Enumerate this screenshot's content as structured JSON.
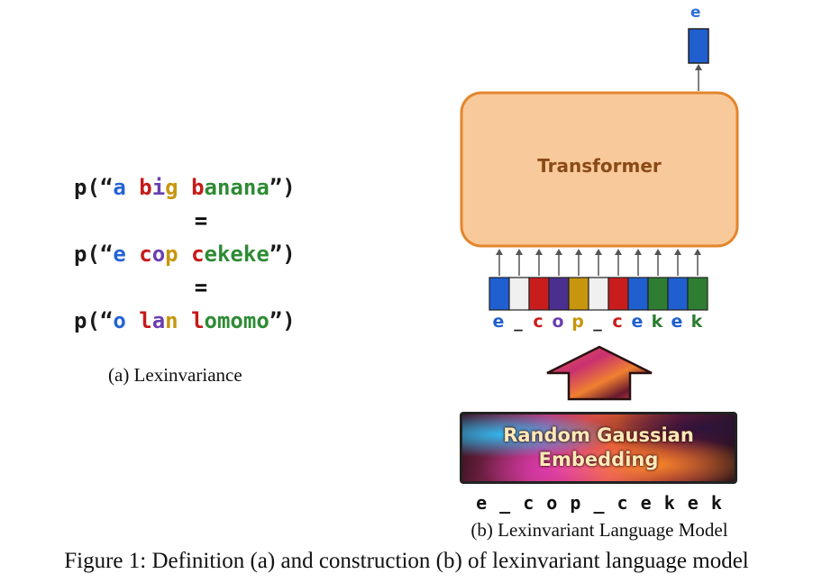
{
  "panel_a": {
    "lines": [
      {
        "prefix": "p(“",
        "suffix": "”)",
        "words": [
          {
            "segments": [
              {
                "text": "a",
                "color": "#2563d6"
              }
            ]
          },
          {
            "segments": [
              {
                "text": "b",
                "color": "#c61a1a"
              },
              {
                "text": "i",
                "color": "#6a3fb0"
              },
              {
                "text": "g",
                "color": "#c8960e"
              }
            ]
          },
          {
            "segments": [
              {
                "text": "b",
                "color": "#c61a1a"
              },
              {
                "text": "anana",
                "color": "#2e8b34"
              }
            ]
          }
        ]
      },
      {
        "prefix": "p(“",
        "suffix": "”)",
        "words": [
          {
            "segments": [
              {
                "text": "e",
                "color": "#2563d6"
              }
            ]
          },
          {
            "segments": [
              {
                "text": "c",
                "color": "#c61a1a"
              },
              {
                "text": "o",
                "color": "#6a3fb0"
              },
              {
                "text": "p",
                "color": "#c8960e"
              }
            ]
          },
          {
            "segments": [
              {
                "text": "c",
                "color": "#c61a1a"
              },
              {
                "text": "ekeke",
                "color": "#2e8b34"
              }
            ]
          }
        ]
      },
      {
        "prefix": "p(“",
        "suffix": "”)",
        "words": [
          {
            "segments": [
              {
                "text": "o",
                "color": "#2563d6"
              }
            ]
          },
          {
            "segments": [
              {
                "text": "l",
                "color": "#c61a1a"
              },
              {
                "text": "a",
                "color": "#6a3fb0"
              },
              {
                "text": "n",
                "color": "#c8960e"
              }
            ]
          },
          {
            "segments": [
              {
                "text": "l",
                "color": "#c61a1a"
              },
              {
                "text": "omomo",
                "color": "#2e8b34"
              }
            ]
          }
        ]
      }
    ],
    "equals": "=",
    "caption": "(a) Lexinvariance"
  },
  "panel_b": {
    "output_label": "e",
    "output_color": "#1f5fd0",
    "transformer_label": "Transformer",
    "tokens": [
      {
        "label": "e",
        "color": "#1f5fd0",
        "label_color": "#1f5fd0"
      },
      {
        "label": "_",
        "color": "#f0f0f0",
        "label_color": "#222222"
      },
      {
        "label": "c",
        "color": "#c91d1d",
        "label_color": "#c91d1d"
      },
      {
        "label": "o",
        "color": "#4b2f8f",
        "label_color": "#6a3fb0"
      },
      {
        "label": "p",
        "color": "#c8960e",
        "label_color": "#c8960e"
      },
      {
        "label": "_",
        "color": "#f0f0f0",
        "label_color": "#222222"
      },
      {
        "label": "c",
        "color": "#c91d1d",
        "label_color": "#c91d1d"
      },
      {
        "label": "e",
        "color": "#1f5fd0",
        "label_color": "#1f5fd0"
      },
      {
        "label": "k",
        "color": "#2e7d32",
        "label_color": "#2e7d32"
      },
      {
        "label": "e",
        "color": "#1f5fd0",
        "label_color": "#1f5fd0"
      },
      {
        "label": "k",
        "color": "#2e7d32",
        "label_color": "#2e7d32"
      }
    ],
    "embedding_label_line1": "Random Gaussian",
    "embedding_label_line2": "Embedding",
    "input_sequence": "e _ c o p _ c e k e k",
    "caption": "(b) Lexinvariant Language Model"
  },
  "figure_caption": "Figure 1: Definition (a) and construction (b) of lexinvariant language model",
  "colors": {
    "transformer_fill": "#f8c99a",
    "transformer_stroke": "#e3862d",
    "arrow": "#555555"
  }
}
